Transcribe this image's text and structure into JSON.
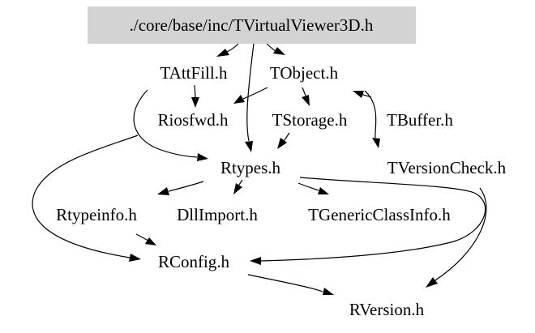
{
  "diagram": {
    "root": {
      "label": "./core/base/inc/TVirtualViewer3D.h"
    },
    "nodes": {
      "tattfill": {
        "label": "TAttFill.h"
      },
      "tobject": {
        "label": "TObject.h"
      },
      "riosfwd": {
        "label": "Riosfwd.h"
      },
      "tstorage": {
        "label": "TStorage.h"
      },
      "tbuffer": {
        "label": "TBuffer.h"
      },
      "rtypes": {
        "label": "Rtypes.h"
      },
      "tversioncheck": {
        "label": "TVersionCheck.h"
      },
      "rtypeinfo": {
        "label": "Rtypeinfo.h"
      },
      "dllimport": {
        "label": "DllImport.h"
      },
      "tgenericclassinfo": {
        "label": "TGenericClassInfo.h"
      },
      "rconfig": {
        "label": "RConfig.h"
      },
      "rversion": {
        "label": "RVersion.h"
      }
    },
    "edges": [
      {
        "from": "TVirtualViewer3D.h",
        "to": "TAttFill.h"
      },
      {
        "from": "TVirtualViewer3D.h",
        "to": "TObject.h"
      },
      {
        "from": "TVirtualViewer3D.h",
        "to": "Rtypes.h"
      },
      {
        "from": "TAttFill.h",
        "to": "Riosfwd.h"
      },
      {
        "from": "TAttFill.h",
        "to": "Rtypes.h"
      },
      {
        "from": "TObject.h",
        "to": "Riosfwd.h"
      },
      {
        "from": "TObject.h",
        "to": "TStorage.h"
      },
      {
        "from": "TObject.h",
        "to": "TVersionCheck.h"
      },
      {
        "from": "TBuffer.h",
        "to": "TObject.h"
      },
      {
        "from": "TStorage.h",
        "to": "Rtypes.h"
      },
      {
        "from": "Riosfwd.h",
        "to": "RConfig.h"
      },
      {
        "from": "Rtypes.h",
        "to": "Rtypeinfo.h"
      },
      {
        "from": "Rtypes.h",
        "to": "DllImport.h"
      },
      {
        "from": "Rtypes.h",
        "to": "TGenericClassInfo.h"
      },
      {
        "from": "Rtypes.h",
        "to": "RConfig.h"
      },
      {
        "from": "Rtypeinfo.h",
        "to": "RConfig.h"
      },
      {
        "from": "TVersionCheck.h",
        "to": "RVersion.h"
      },
      {
        "from": "RConfig.h",
        "to": "RVersion.h"
      }
    ]
  }
}
